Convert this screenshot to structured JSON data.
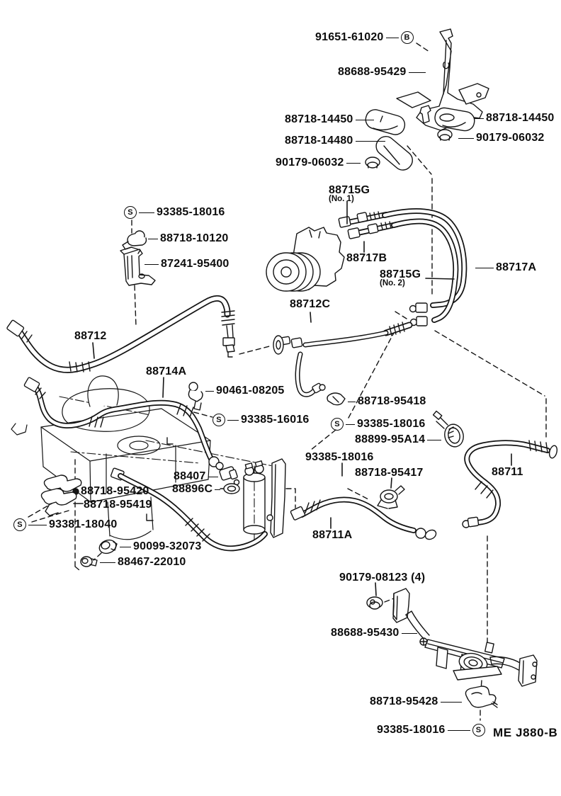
{
  "diagram_code": "ME J880-B",
  "symbols": {
    "s": "S",
    "b": "B"
  },
  "parts": {
    "p91651_61020": "91651-61020",
    "p88688_95429": "88688-95429",
    "p88718_14450": "88718-14450",
    "p88718_14480": "88718-14480",
    "p90179_06032": "90179-06032",
    "p88715g": "88715G",
    "p88715g_no1": "(No. 1)",
    "p88715g_no2": "(No. 2)",
    "p93385_18016": "93385-18016",
    "p88718_10120": "88718-10120",
    "p87241_95400": "87241-95400",
    "p88717b": "88717B",
    "p88717a": "88717A",
    "p88712c": "88712C",
    "p88712": "88712",
    "p88714a": "88714A",
    "p90461_08205": "90461-08205",
    "p93385_16016": "93385-16016",
    "p88718_95418": "88718-95418",
    "p88899_95a14": "88899-95A14",
    "p88718_95417": "88718-95417",
    "p88711": "88711",
    "p88407": "88407",
    "p88896c": "88896C",
    "p88718_95420": "88718-95420",
    "p88718_95419": "88718-95419",
    "p93381_18040": "93381-18040",
    "p90099_32073": "90099-32073",
    "p88467_22010": "88467-22010",
    "p88711a": "88711A",
    "p90179_08123": "90179-08123 (4)",
    "p88688_95430": "88688-95430",
    "p88718_95428": "88718-95428"
  }
}
